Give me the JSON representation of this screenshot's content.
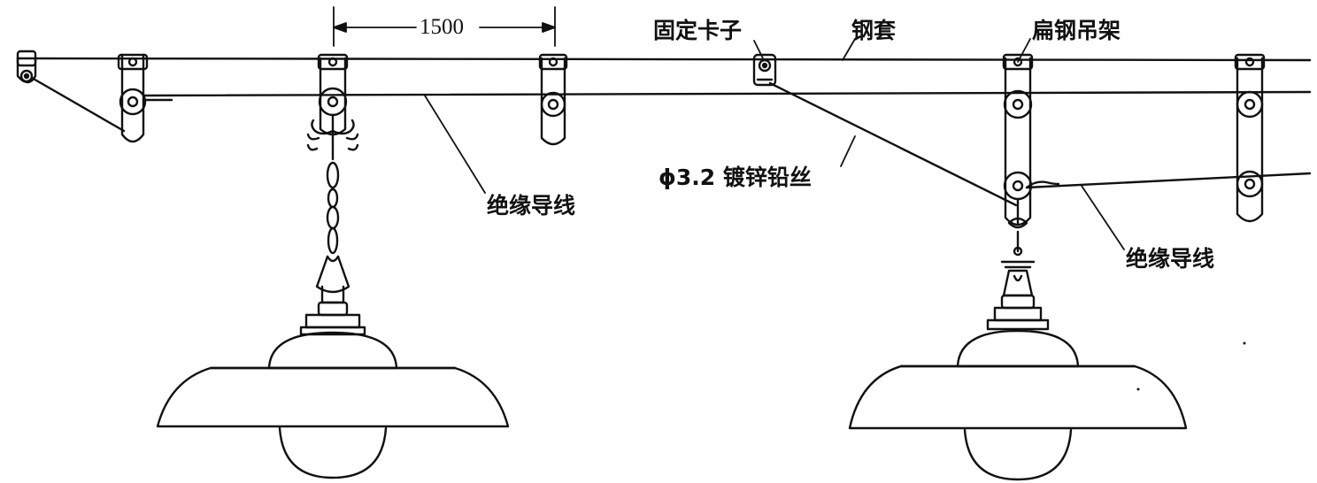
{
  "labels": {
    "dimension": "1500",
    "fixed_clip": "固定卡子",
    "steel_sleeve": "钢套",
    "flat_steel_hanger": "扁钢吊架",
    "insulated_wire_left": "绝缘导线",
    "galvanized_wire": "ϕ3.2 镀锌铅丝",
    "insulated_wire_right": "绝缘导线"
  },
  "colors": {
    "ink": "#111111",
    "paper": "#ffffff"
  }
}
